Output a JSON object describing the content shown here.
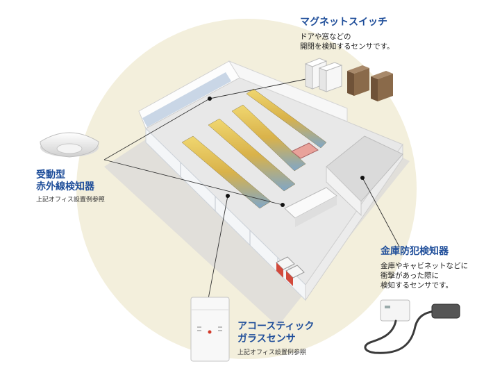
{
  "sensors": {
    "magnet": {
      "title": "マグネットスイッチ",
      "desc_line1": "ドアや窓などの",
      "desc_line2": "開閉を検知するセンサです。"
    },
    "infrared": {
      "title_line1": "受動型",
      "title_line2": "赤外線検知器",
      "note": "上記オフィス設置例参照"
    },
    "safe": {
      "title": "金庫防犯検知器",
      "desc_line1": "金庫やキャビネットなどに",
      "desc_line2": "衝撃があった際に",
      "desc_line3": "検知するセンサです。"
    },
    "glass": {
      "title_line1": "アコースティック",
      "title_line2": "ガラスセンサ",
      "note": "上記オフィス設置例参照"
    }
  },
  "colors": {
    "background_circle": "#f3efdc",
    "title_text": "#1f4e9a",
    "floor": "#e9e9e9",
    "walls": "#ffffff",
    "shelf_products": "#e6c45a",
    "magnet_brown": "#8a6a4a"
  }
}
